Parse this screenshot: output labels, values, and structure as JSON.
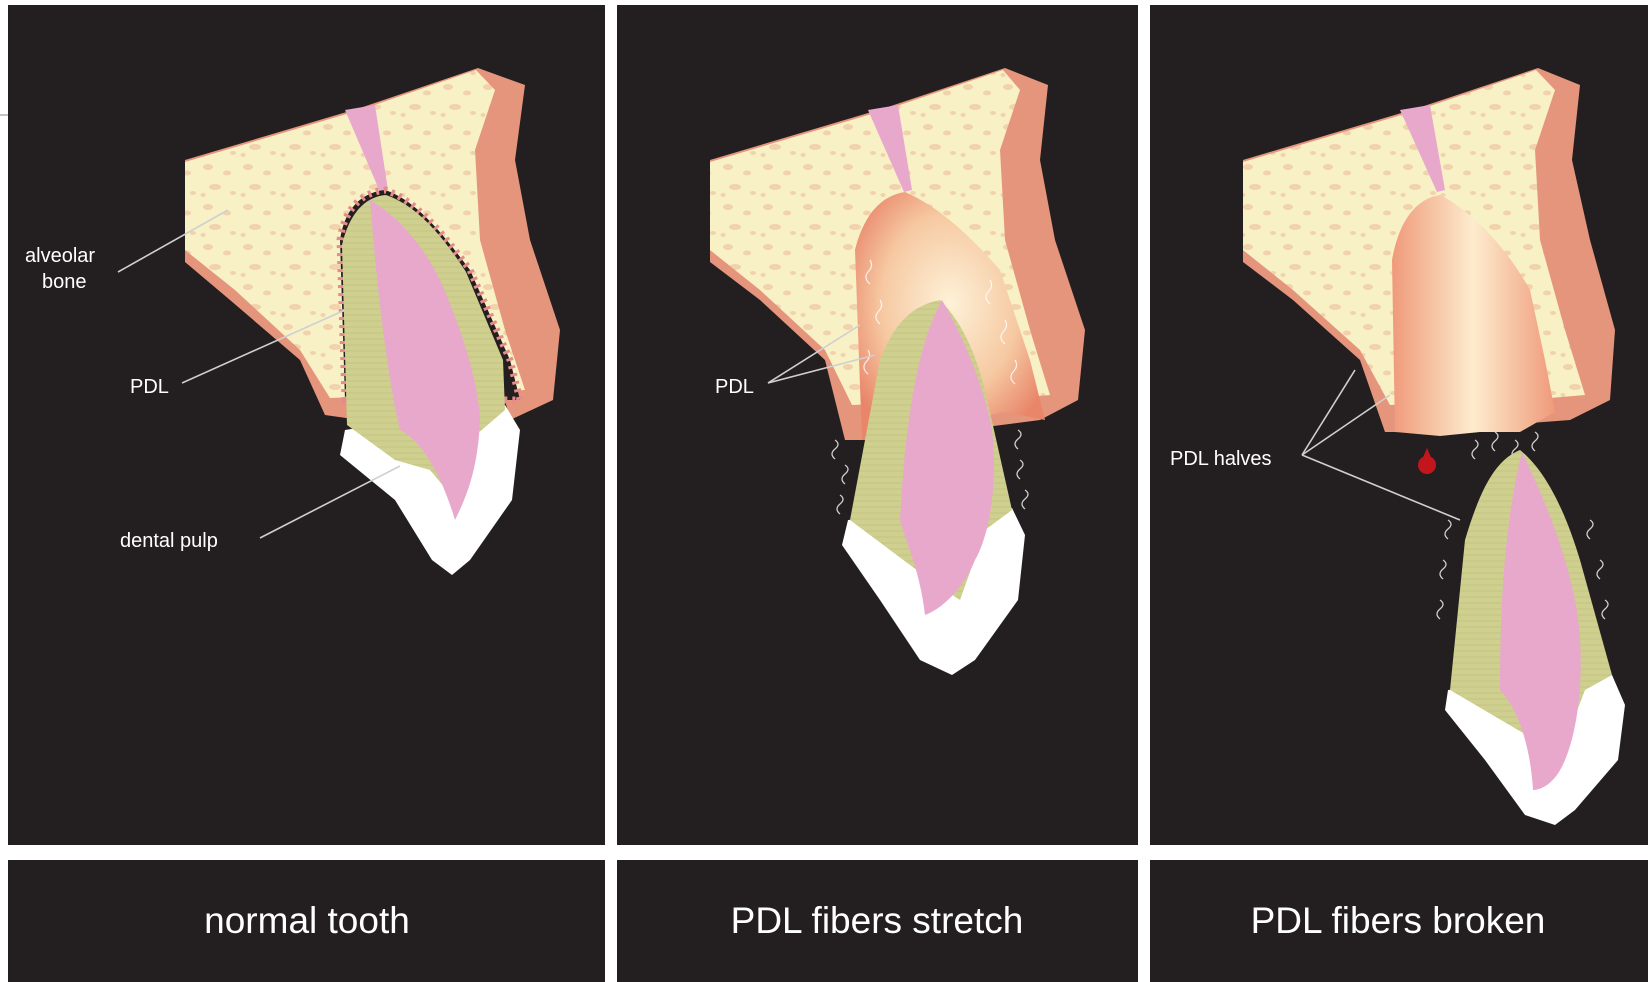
{
  "panels": [
    {
      "caption": "normal tooth",
      "labels": {
        "bone": [
          "alveolar",
          "bone"
        ],
        "pdl": "PDL",
        "pulp": "dental pulp"
      }
    },
    {
      "caption": "PDL fibers stretch",
      "labels": {
        "pdl": "PDL"
      }
    },
    {
      "caption": "PDL fibers broken",
      "labels": {
        "pdl": "PDL halves"
      }
    }
  ],
  "colors": {
    "background": "#231f20",
    "divider": "#ffffff",
    "bone": "#f8f1c6",
    "bone_speckle": "#f1d2ad",
    "gum": "#e6957d",
    "pulp": "#e8a8cc",
    "dentin": "#cfcf8f",
    "enamel": "#ffffff",
    "pdl_band": "#e58c8a",
    "blood": "#c3151c",
    "leader": "#cfcfcf",
    "text": "#ffffff"
  }
}
